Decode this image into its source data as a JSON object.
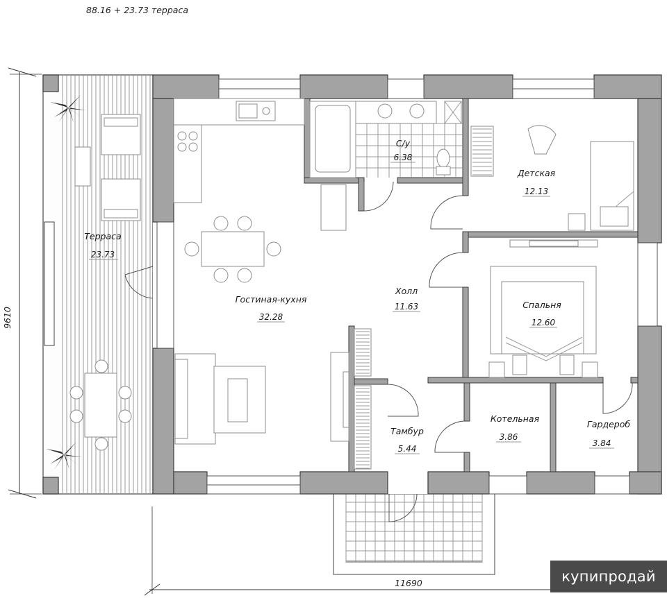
{
  "header": {
    "total_area": "88.16 + 23.73 терраса"
  },
  "dimensions": {
    "height": "9610",
    "width": "11690"
  },
  "rooms": {
    "terrace": {
      "name": "Терраса",
      "area": "23.73"
    },
    "living": {
      "name": "Гостиная-кухня",
      "area": "32.28"
    },
    "bathroom": {
      "name": "С/у",
      "area": "6.38"
    },
    "kids": {
      "name": "Детская",
      "area": "12.13"
    },
    "hall": {
      "name": "Холл",
      "area": "11.63"
    },
    "bedroom": {
      "name": "Спальня",
      "area": "12.60"
    },
    "vestibule": {
      "name": "Тамбур",
      "area": "5.44"
    },
    "boiler": {
      "name": "Котельная",
      "area": "3.86"
    },
    "wardrobe": {
      "name": "Гардероб",
      "area": "3.84"
    }
  },
  "watermark": {
    "brand": "купипродай"
  },
  "colors": {
    "wall_fill": "#a3a3a3",
    "line": "#3a3a3a",
    "watermark_bg": "#4a4a4a"
  }
}
